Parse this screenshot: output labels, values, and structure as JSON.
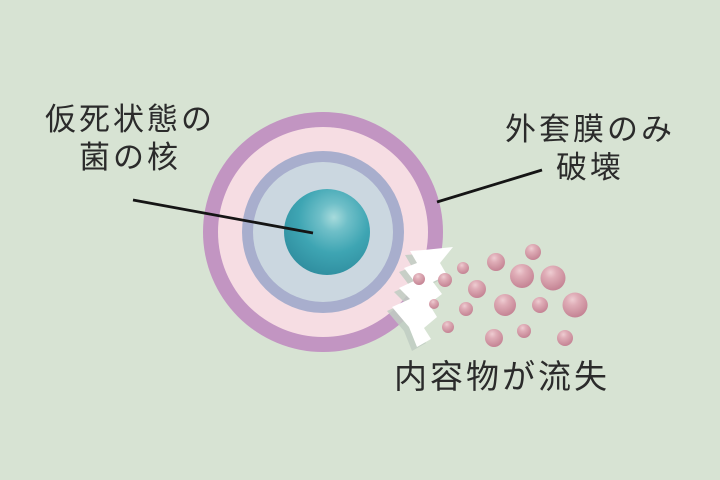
{
  "figure": {
    "description_labels": {
      "nucleus": {
        "line1": "仮死状態の",
        "line2": "菌の核"
      },
      "membrane": {
        "line1": "外套膜のみ",
        "line2": "破壊"
      },
      "leakage": {
        "text": "内容物が流失"
      }
    },
    "colors": {
      "background": "#d7e3d3",
      "outer_membrane_ring": "#c295c2",
      "inner_membrane_pink": "#f6dde3",
      "cell_wall_ring": "#a8aecd",
      "cytoplasm_blue": "#cbd7e0",
      "nucleus_teal": "#3ea5b3",
      "particle_pink": "#d096a3",
      "burst": "#ffffff",
      "leader_line": "#151515",
      "text": "#2b2b2b"
    },
    "particle_count": 17
  }
}
